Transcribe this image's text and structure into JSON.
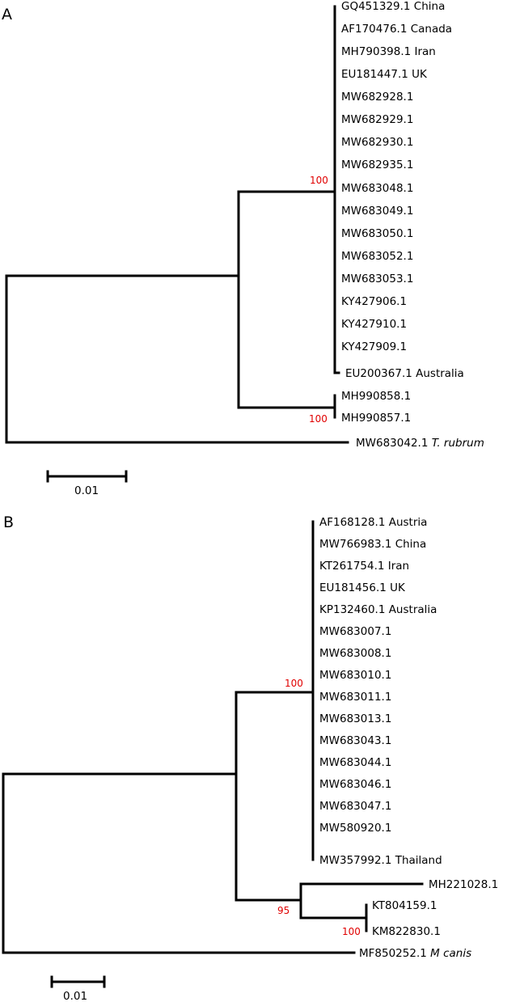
{
  "panels": [
    {
      "letter": "A",
      "leaves": [
        {
          "acc": "GQ451329.1 China",
          "sp": ""
        },
        {
          "acc": "AF170476.1 Canada",
          "sp": ""
        },
        {
          "acc": "MH790398.1 Iran",
          "sp": ""
        },
        {
          "acc": "EU181447.1 UK",
          "sp": ""
        },
        {
          "acc": "MW682928.1",
          "sp": ""
        },
        {
          "acc": "MW682929.1",
          "sp": ""
        },
        {
          "acc": "MW682930.1",
          "sp": ""
        },
        {
          "acc": "MW682935.1",
          "sp": ""
        },
        {
          "acc": "MW683048.1",
          "sp": ""
        },
        {
          "acc": "MW683049.1",
          "sp": ""
        },
        {
          "acc": "MW683050.1",
          "sp": ""
        },
        {
          "acc": "MW683052.1",
          "sp": ""
        },
        {
          "acc": "MW683053.1",
          "sp": ""
        },
        {
          "acc": "KY427906.1",
          "sp": ""
        },
        {
          "acc": "KY427910.1",
          "sp": ""
        },
        {
          "acc": "KY427909.1",
          "sp": ""
        },
        {
          "acc": "EU200367.1 Australia",
          "sp": ""
        },
        {
          "acc": "MH990858.1",
          "sp": ""
        },
        {
          "acc": "MH990857.1",
          "sp": ""
        },
        {
          "acc": "MW683042.1 ",
          "sp": "T. rubrum"
        }
      ],
      "bootstrap": [
        "100",
        "100"
      ],
      "scale_label": "0.01"
    },
    {
      "letter": "B",
      "leaves": [
        {
          "acc": "AF168128.1 Austria",
          "sp": ""
        },
        {
          "acc": "MW766983.1 China",
          "sp": ""
        },
        {
          "acc": "KT261754.1 Iran",
          "sp": ""
        },
        {
          "acc": "EU181456.1 UK",
          "sp": ""
        },
        {
          "acc": "KP132460.1 Australia",
          "sp": ""
        },
        {
          "acc": "MW683007.1",
          "sp": ""
        },
        {
          "acc": "MW683008.1",
          "sp": ""
        },
        {
          "acc": "MW683010.1",
          "sp": ""
        },
        {
          "acc": "MW683011.1",
          "sp": ""
        },
        {
          "acc": "MW683013.1",
          "sp": ""
        },
        {
          "acc": "MW683043.1",
          "sp": ""
        },
        {
          "acc": "MW683044.1",
          "sp": ""
        },
        {
          "acc": "MW683046.1",
          "sp": ""
        },
        {
          "acc": "MW683047.1",
          "sp": ""
        },
        {
          "acc": "MW580920.1",
          "sp": ""
        },
        {
          "acc": "MW357992.1 Thailand",
          "sp": ""
        },
        {
          "acc": "MH221028.1",
          "sp": ""
        },
        {
          "acc": "KT804159.1",
          "sp": ""
        },
        {
          "acc": "KM822830.1",
          "sp": ""
        },
        {
          "acc": "MF850252.1 ",
          "sp": "M canis"
        }
      ],
      "bootstrap": [
        "100",
        "95",
        "100"
      ],
      "scale_label": "0.01"
    }
  ]
}
